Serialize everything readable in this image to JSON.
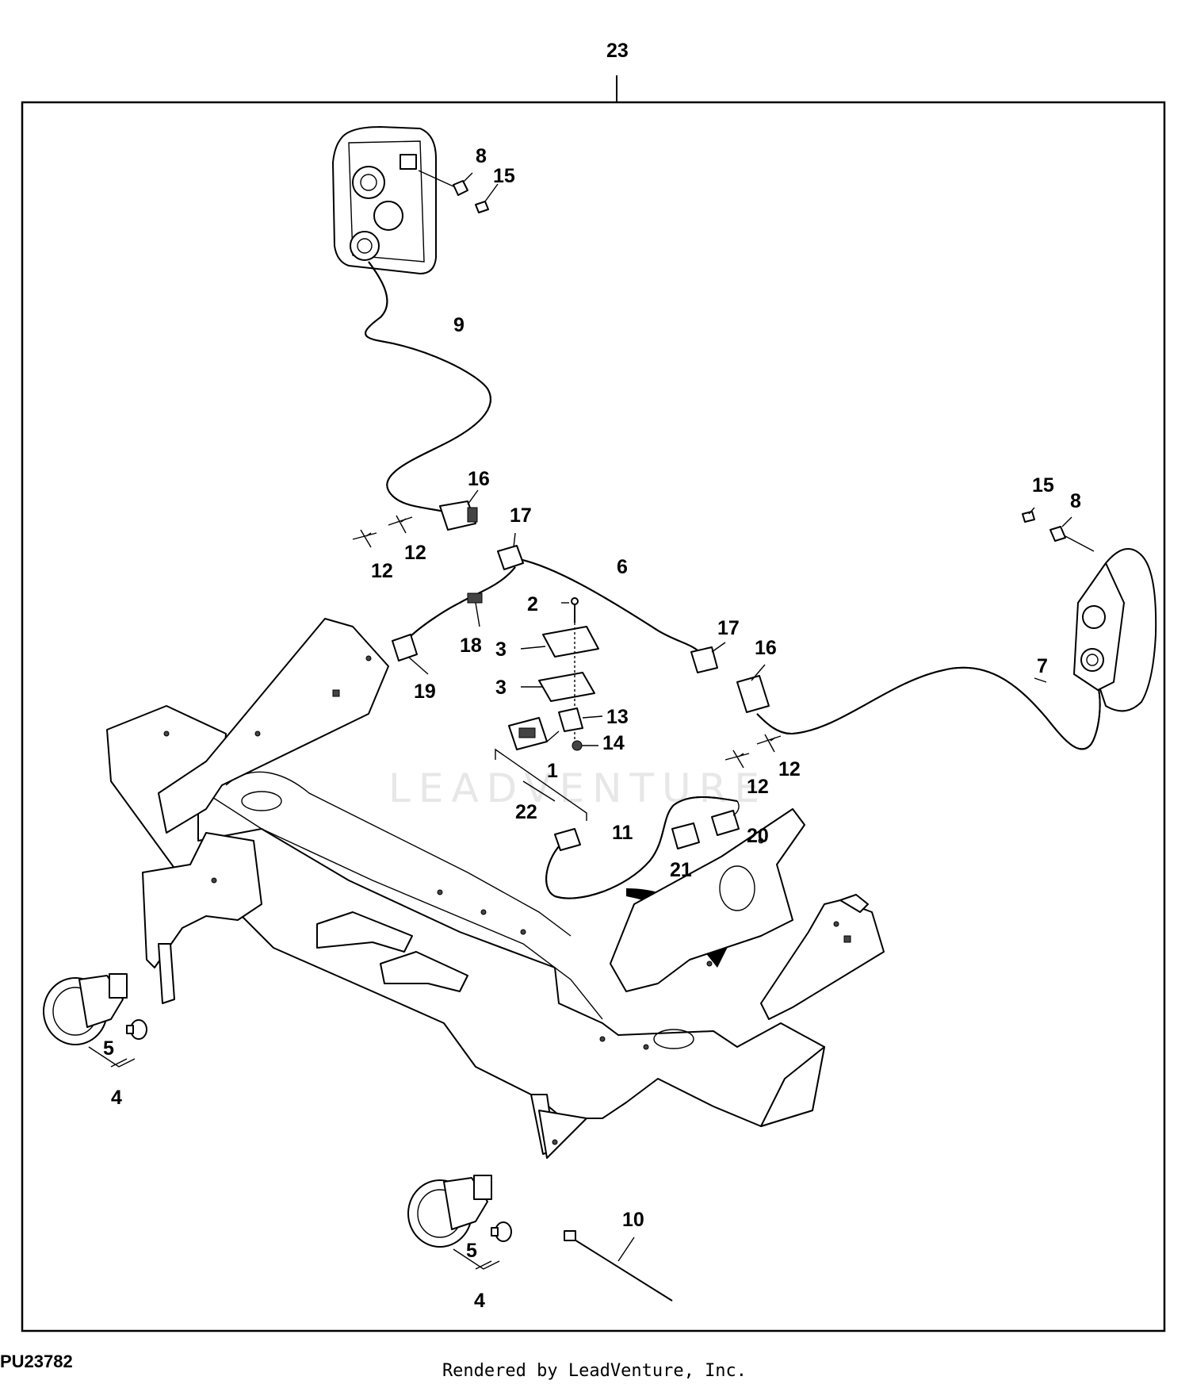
{
  "figure": {
    "id": "PU23782",
    "render_credit": "Rendered by LeadVenture, Inc.",
    "watermark": "LEADVENTURE"
  },
  "callouts": {
    "c23": "23",
    "c8a": "8",
    "c15a": "15",
    "c9": "9",
    "c16a": "16",
    "c12a": "12",
    "c12b": "12",
    "c17a": "17",
    "c6": "6",
    "c2": "2",
    "c3a": "3",
    "c3b": "3",
    "c18": "18",
    "c19": "19",
    "c17b": "17",
    "c16b": "16",
    "c13": "13",
    "c14": "14",
    "c1": "1",
    "c15b": "15",
    "c8b": "8",
    "c7": "7",
    "c12c": "12",
    "c12d": "12",
    "c22": "22",
    "c11": "11",
    "c20": "20",
    "c21": "21",
    "c5a": "5",
    "c4a": "4",
    "c5b": "5",
    "c4b": "4",
    "c10": "10"
  }
}
